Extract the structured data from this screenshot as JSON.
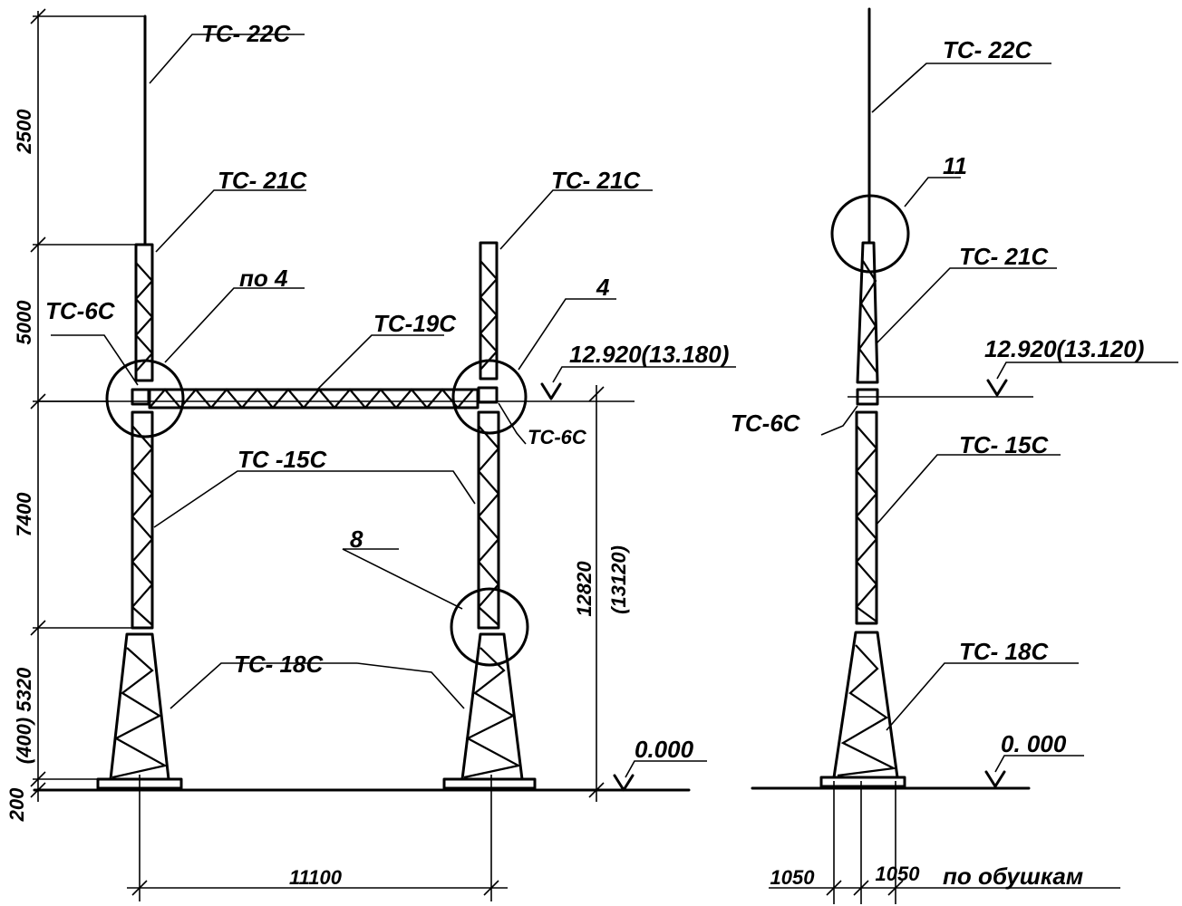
{
  "front_view": {
    "labels": {
      "tc22": "ТС- 22С",
      "tc21_left": "ТС- 21С",
      "tc21_right": "ТС- 21С",
      "tc6_left": "ТС-6С",
      "tc6_right": "ТС-6С",
      "po4": "по 4",
      "node4": "4",
      "tc19": "ТС-19С",
      "tc15": "ТС -15С",
      "node8": "8",
      "tc18": "ТС- 18С",
      "elev_top": "12.920(13.180)",
      "elev_zero": "0.000"
    },
    "dims": {
      "d2500": "2500",
      "d5000": "5000",
      "d7400": "7400",
      "d5320": "(400) 5320",
      "d200": "200",
      "span": "11100",
      "height": "12820",
      "height_alt": "(13120)"
    }
  },
  "side_view": {
    "labels": {
      "tc22": "ТС- 22С",
      "node11": "11",
      "tc21": "ТС- 21С",
      "elev_top": "12.920(13.120)",
      "tc6": "ТС-6С",
      "tc15": "ТС- 15С",
      "tc18": "ТС- 18С",
      "elev_zero": "0. 000"
    },
    "dims": {
      "left": "1050",
      "right": "1050",
      "note": "по обушкам"
    }
  }
}
